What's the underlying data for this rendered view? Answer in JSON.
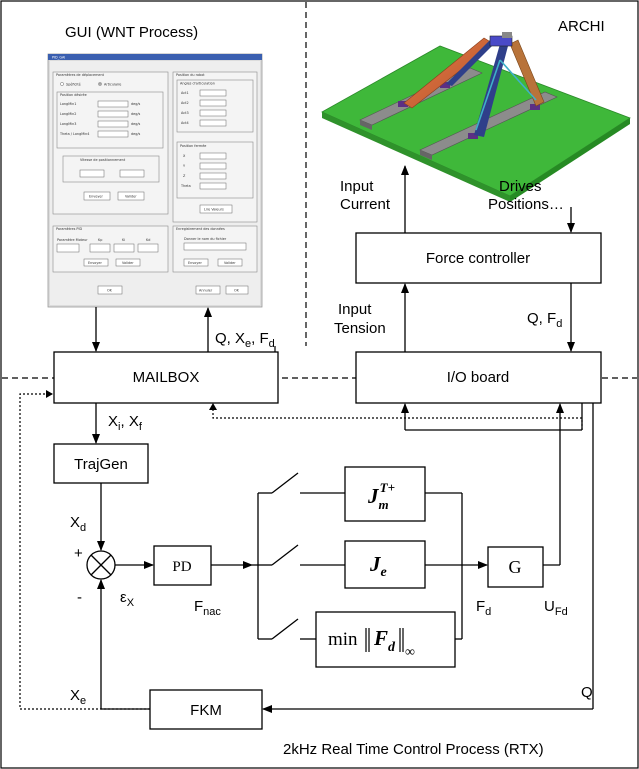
{
  "regions": {
    "gui_label": "GUI (WNT Process)",
    "archi_label": "ARCHI",
    "rtx_label": "2kHz Real Time Control Process (RTX)"
  },
  "blocks": {
    "mailbox": "MAILBOX",
    "io_board": "I/O board",
    "force_controller": "Force controller",
    "trajgen": "TrajGen",
    "pd": "PD",
    "g": "G",
    "fkm": "FKM"
  },
  "signals": {
    "input_current_1": "Input",
    "input_current_2": "Current",
    "drives_positions_1": "Drives",
    "drives_positions_2": "Positions…",
    "input_tension_1": "Input",
    "input_tension_2": "Tension",
    "q": "Q",
    "fd": "F",
    "fd_sub": "d",
    "x": "X",
    "xi_sub": "i",
    "xf_sub": "f",
    "xd_sub": "d",
    "xe_sub": "e",
    "q_xe_fd_prefix": "Q, X",
    "eps": "ε",
    "eps_sub": "X",
    "fnac": "F",
    "fnac_sub": "nac",
    "ufd": "U",
    "ufd_sub": "Fd",
    "plus": "+",
    "minus": "-",
    "comma": ","
  },
  "math": {
    "jm": "J",
    "jm_sub": "m",
    "jm_sup": "T+",
    "je": "J",
    "je_sub": "e",
    "min_fn": "min",
    "min_F": "F",
    "min_sub": "d",
    "min_inf": "∞"
  },
  "gui_window": {
    "title": "PID_GAI",
    "group_top_left": "Paramètres de déplacement",
    "radio_1": "Spéficité",
    "radio_2": "Articulaire",
    "group_position_desiree": "Position désirée",
    "row_labels": [
      "LongMin1",
      "LongMin2",
      "LongMin3",
      "Theta / LongMin4"
    ],
    "unit_deg": "deg/s",
    "group_vitesse": "Vitesse de positionnement",
    "btn_envoyer": "Envoyer",
    "btn_valider": "Valider",
    "group_position_robot": "Position du robot",
    "group_angle": "Angles d'articulation",
    "angle_labels": [
      "Act1",
      "Act2",
      "Act3",
      "Act4"
    ],
    "group_pos_ouvert": "Position fermée",
    "pos_labels": [
      "X",
      "Y",
      "Z",
      "Theta"
    ],
    "btn_lire": "Lire Valeurs",
    "group_pid": "Paramètres PID",
    "pid_labels": [
      "Paramètre Moteur",
      "Kp",
      "Ki",
      "Kd"
    ],
    "group_enregistrement": "Enregistrement des données",
    "enreg_label": "Donner le nom du fichier",
    "btn_ok": "OK",
    "btn_annuler": "Annuler"
  },
  "colors": {
    "robot_base": "#3fb83a",
    "robot_rail": "#8c8c8c",
    "robot_arm_red": "#d9683a",
    "robot_arm_blue": "#2f3f8a",
    "robot_arm_tan": "#b8733a",
    "gui_window_bg": "#eeeeee",
    "gui_title_bar": "#3a5fb0"
  }
}
